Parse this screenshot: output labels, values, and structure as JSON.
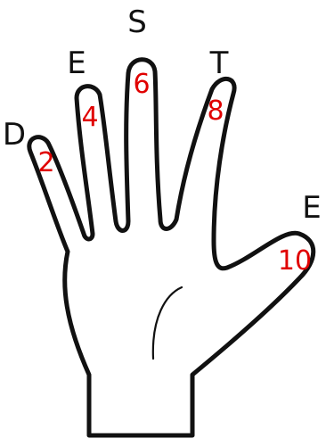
{
  "fingers": [
    {
      "letter": "D",
      "number": "2"
    },
    {
      "letter": "E",
      "number": "4"
    },
    {
      "letter": "S",
      "number": "6"
    },
    {
      "letter": "T",
      "number": "8"
    },
    {
      "letter": "E",
      "number": "10"
    }
  ],
  "colors": {
    "outline": "#111111",
    "number": "#e00000",
    "background": "#ffffff"
  }
}
